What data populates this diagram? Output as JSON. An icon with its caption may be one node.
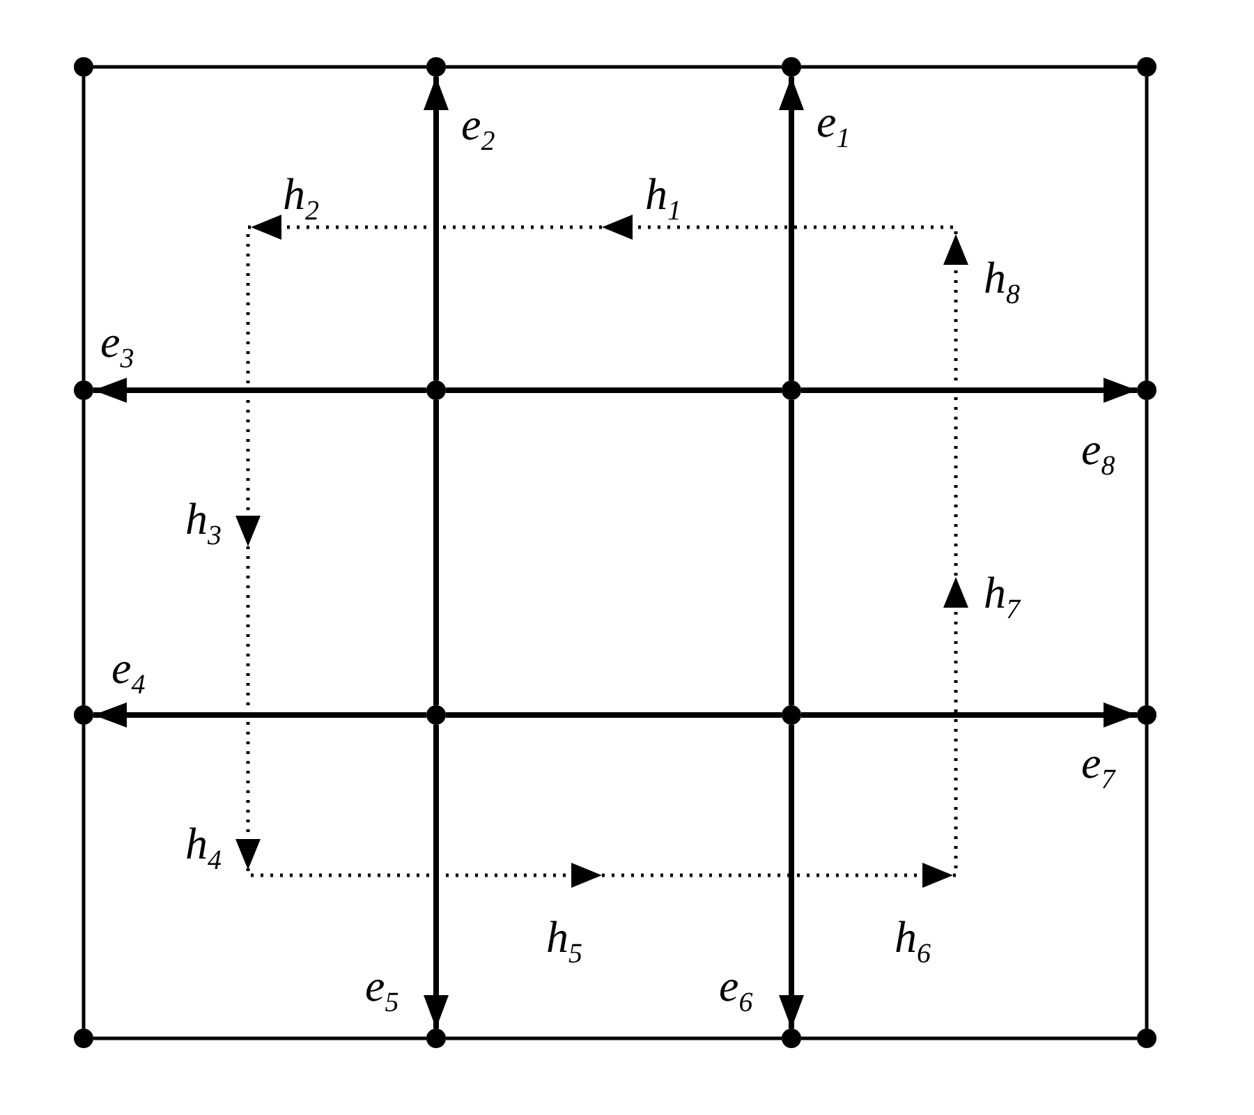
{
  "diagram": {
    "nodes": [
      {
        "text": [],
        "shape": "circle"
      },
      {
        "text": [],
        "shape": "circle"
      },
      {
        "text": [],
        "shape": "circle"
      },
      {
        "text": [],
        "shape": "circle"
      },
      {
        "text": [],
        "shape": "circle"
      },
      {
        "text": [],
        "shape": "circle"
      },
      {
        "text": [],
        "shape": "circle"
      },
      {
        "text": [],
        "shape": "circle"
      },
      {
        "text": [],
        "shape": "circle"
      },
      {
        "text": [],
        "shape": "circle"
      },
      {
        "text": [],
        "shape": "circle"
      },
      {
        "text": [],
        "shape": "circle"
      },
      {
        "text": [],
        "shape": "circle"
      },
      {
        "text": [],
        "shape": "circle"
      },
      {
        "text": [],
        "shape": "circle"
      },
      {
        "text": [],
        "shape": "circle"
      }
    ],
    "edges": [
      {
        "from": 0,
        "to": 1,
        "arrow": "none"
      },
      {
        "from": 1,
        "to": 2,
        "arrow": "none"
      },
      {
        "from": 2,
        "to": 3,
        "arrow": "none"
      },
      {
        "from": 0,
        "to": 4,
        "arrow": "none"
      },
      {
        "from": 3,
        "to": 7,
        "arrow": "none"
      },
      {
        "from": 6,
        "to": 2,
        "arrow": "to",
        "label": "e$_{1}$"
      },
      {
        "from": 5,
        "to": 1,
        "arrow": "to",
        "label": "e$_{2}$"
      },
      {
        "from": 5,
        "to": 4,
        "arrow": "to",
        "label": "e$_{3}$"
      },
      {
        "from": 5,
        "to": 6,
        "arrow": "none"
      },
      {
        "from": 6,
        "to": 7,
        "arrow": "to",
        "label": "e$_{8}$"
      },
      {
        "from": 4,
        "to": 8,
        "arrow": "none"
      },
      {
        "from": 7,
        "to": 11,
        "arrow": "none"
      },
      {
        "from": 9,
        "to": 8,
        "arrow": "to",
        "label": "e$_{4}$"
      },
      {
        "from": 9,
        "to": 10,
        "arrow": "none"
      },
      {
        "from": 10,
        "to": 11,
        "arrow": "to",
        "label": "e$_{7}$"
      },
      {
        "from": 5,
        "to": 9,
        "arrow": "none"
      },
      {
        "from": 6,
        "to": 10,
        "arrow": "none"
      },
      {
        "from": 8,
        "to": 12,
        "arrow": "none"
      },
      {
        "from": 11,
        "to": 15,
        "arrow": "none"
      },
      {
        "from": 9,
        "to": 13,
        "arrow": "to",
        "label": "e$_{5}$"
      },
      {
        "from": 10,
        "to": 14,
        "arrow": "to",
        "label": "e$_{6}$"
      },
      {
        "from": 12,
        "to": 13,
        "arrow": "none"
      },
      {
        "from": 13,
        "to": 14,
        "arrow": "none"
      },
      {
        "from": 14,
        "to": 15,
        "arrow": "none"
      }
    ],
    "labels": [
      "h$_{2}$",
      "h$_{1}$",
      "h$_{8}$",
      "h$_{3}$",
      "h$_{7}$",
      "h$_{4}$",
      "h$_{5}$",
      "h$_{6}$"
    ]
  }
}
